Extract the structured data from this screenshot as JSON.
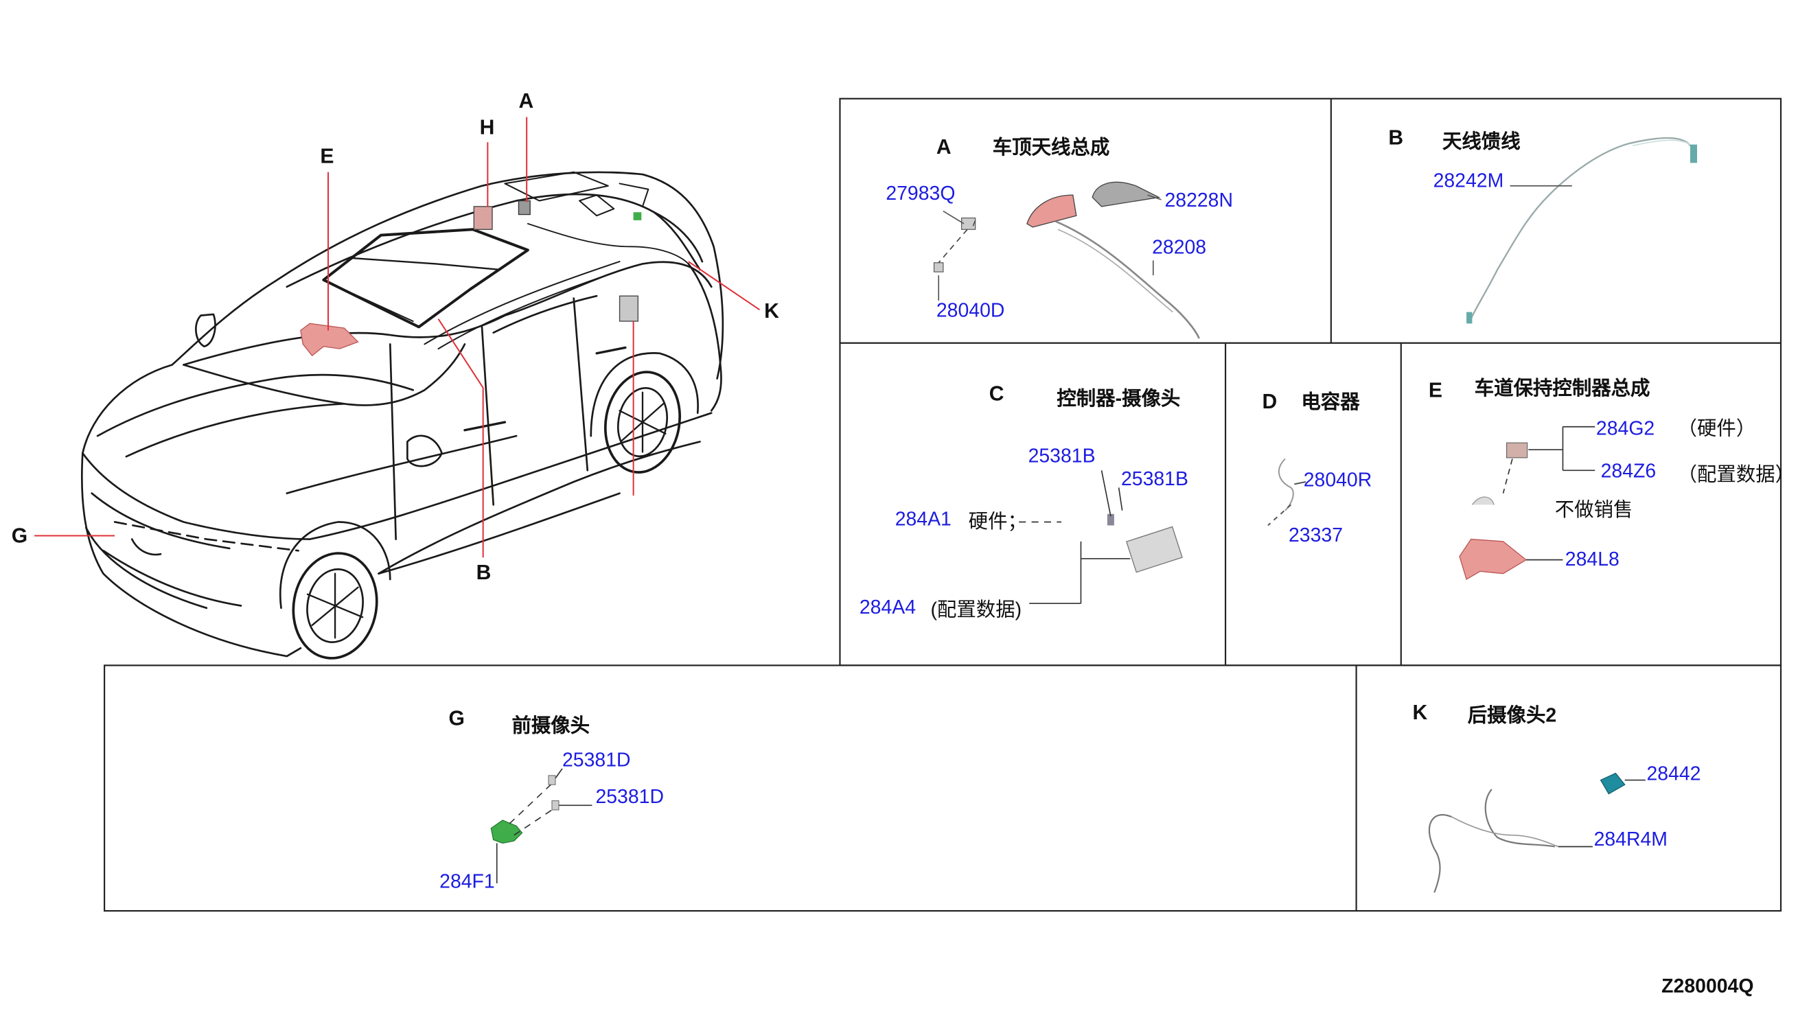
{
  "car_callouts": {
    "a": "A",
    "b": "B",
    "e": "E",
    "g": "G",
    "h": "H",
    "k": "K"
  },
  "panels": {
    "a": {
      "letter": "A",
      "title": "车顶天线总成",
      "parts": [
        "27983Q",
        "28228N",
        "28208",
        "28040D"
      ]
    },
    "b": {
      "letter": "B",
      "title": "天线馈线",
      "parts": [
        "28242M"
      ]
    },
    "c": {
      "letter": "C",
      "title": "控制器-摄像头",
      "parts": [
        "25381B",
        "25381B",
        "284A1",
        "284A4"
      ],
      "notes": [
        "硬件；",
        "(配置数据)"
      ]
    },
    "d": {
      "letter": "D",
      "title": "电容器",
      "parts": [
        "28040R",
        "23337"
      ]
    },
    "e": {
      "letter": "E",
      "title": "车道保持控制器总成",
      "parts": [
        "284G2",
        "284Z6",
        "284L8"
      ],
      "notes": [
        "（硬件）",
        "（配置数据）",
        "不做销售"
      ]
    },
    "g": {
      "letter": "G",
      "title": "前摄像头",
      "parts": [
        "25381D",
        "25381D",
        "284F1"
      ]
    },
    "k": {
      "letter": "K",
      "title": "后摄像头2",
      "parts": [
        "28442",
        "284R4M"
      ]
    }
  },
  "diagram_code": "Z280004Q",
  "colors": {
    "part_number": "#1c1ce0",
    "leader": "#e0303a",
    "highlight_red": "#e89a96",
    "highlight_green": "#3fae4a",
    "highlight_teal": "#1f8ca0"
  }
}
